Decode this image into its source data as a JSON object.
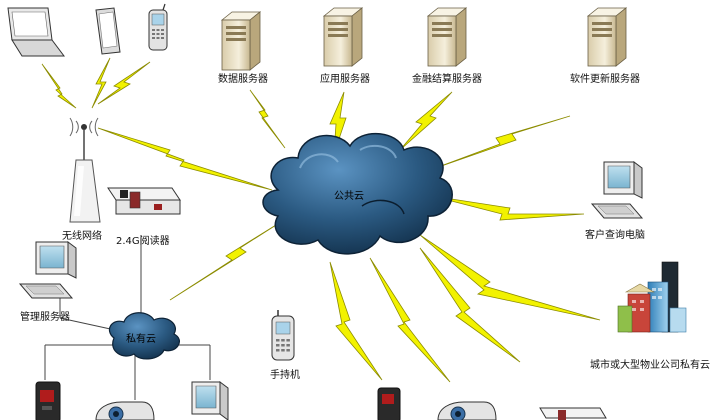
{
  "labels": {
    "data_server": "数据服务器",
    "app_server": "应用服务器",
    "finance_server": "金融结算服务器",
    "update_server": "软件更新服务器",
    "public_cloud": "公共云",
    "wireless_network": "无线网络",
    "reader_24g": "2.4G阅读器",
    "client_pc": "客户查询电脑",
    "mgmt_server": "管理服务器",
    "private_cloud": "私有云",
    "handheld": "手持机",
    "city_private_cloud": "城市或大型物业公司私有云"
  },
  "colors": {
    "cloud_fill": "#1f4d73",
    "cloud_highlight": "#4d86b4",
    "bolt_fill": "#f2f200",
    "bolt_stroke": "#8c8c00",
    "server_body": "#efe6cc",
    "line": "#444444"
  }
}
